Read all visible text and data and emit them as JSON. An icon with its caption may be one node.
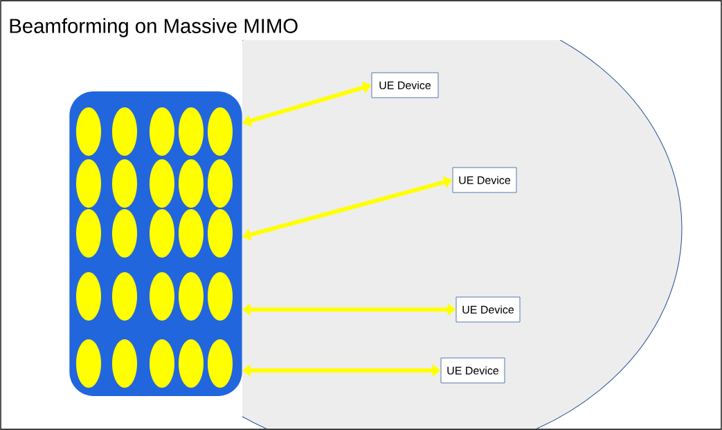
{
  "diagram": {
    "title": "Beamforming on Massive MIMO",
    "nodes": [
      {
        "text": [],
        "shape": "box"
      },
      {
        "text": [
          "UE Device"
        ]
      },
      {
        "text": [
          "UE Device"
        ]
      },
      {
        "text": [
          "UE Device"
        ]
      },
      {
        "text": [
          "UE Device"
        ]
      }
    ],
    "edges": [
      {
        "from": 0,
        "to": 1,
        "arrow": "both"
      },
      {
        "from": 0,
        "to": 2,
        "arrow": "both"
      },
      {
        "from": 0,
        "to": 3,
        "arrow": "both"
      },
      {
        "from": 0,
        "to": 4,
        "arrow": "both"
      }
    ]
  }
}
